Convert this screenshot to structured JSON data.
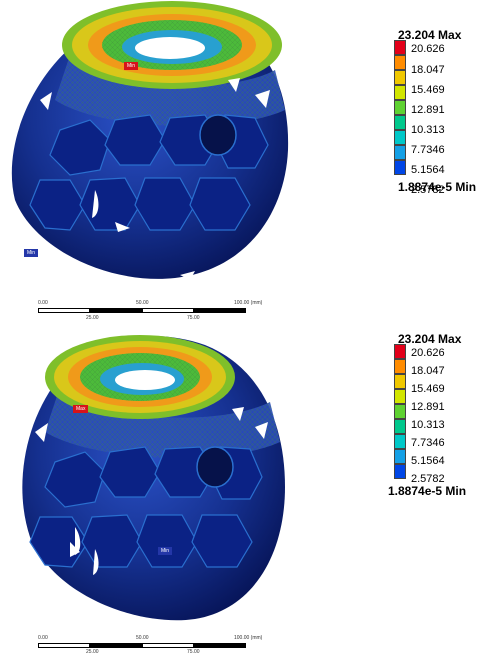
{
  "panels": [
    {
      "legend": {
        "max_label": "23.204 Max",
        "levels": [
          "20.626",
          "18.047",
          "15.469",
          "12.891",
          "10.313",
          "7.7346",
          "5.1564",
          "2.5782"
        ],
        "min_label": "1.8874e-5 Min"
      },
      "markers": {
        "max": "Min",
        "min": "Min"
      },
      "scale": {
        "t0": "0.00",
        "t50": "50.00",
        "t100": "100.00 (mm)",
        "t25": "25.00",
        "t75": "75.00"
      }
    },
    {
      "legend": {
        "max_label": "23.204 Max",
        "levels": [
          "20.626",
          "18.047",
          "15.469",
          "12.891",
          "10.313",
          "7.7346",
          "5.1564",
          "2.5782"
        ],
        "min_label": "1.8874e-5 Min"
      },
      "markers": {
        "max": "Max",
        "min": "Min"
      },
      "scale": {
        "t0": "0.00",
        "t50": "50.00",
        "t100": "100.00 (mm)",
        "t25": "25.00",
        "t75": "75.00"
      }
    }
  ],
  "colors": {
    "legend": [
      "#e2001a",
      "#ff8c00",
      "#f0c800",
      "#d2e600",
      "#5fd232",
      "#00c88c",
      "#00c8c8",
      "#14a0e6",
      "#0046e6"
    ],
    "model_dark": "#0a1f6b",
    "model_mid": "#1c3aa6",
    "mesh": "#2a9d4a"
  }
}
